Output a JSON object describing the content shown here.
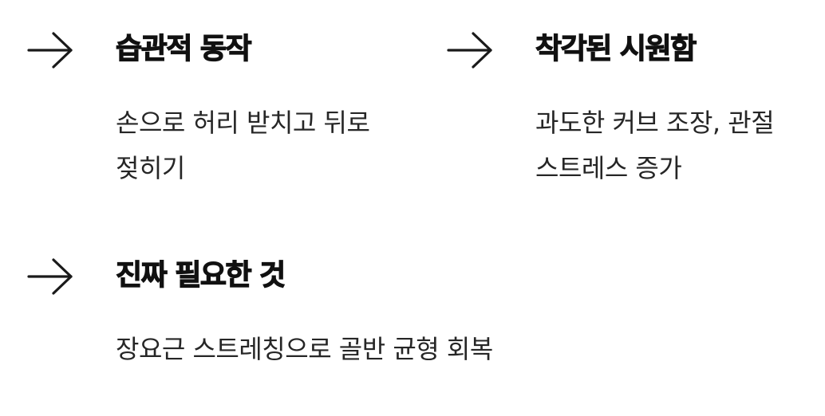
{
  "items": [
    {
      "icon": "arrow-right-icon",
      "title": "습관적 동작",
      "desc_line1": "손으로 허리 받치고 뒤로",
      "desc_line2": "젖히기"
    },
    {
      "icon": "arrow-right-icon",
      "title": "착각된 시원함",
      "desc_line1": "과도한 커브 조장, 관절",
      "desc_line2": "스트레스 증가"
    },
    {
      "icon": "arrow-right-icon",
      "title": "진짜 필요한 것",
      "desc_line1": "장요근 스트레칭으로 골반 균형 회복",
      "desc_line2": ""
    }
  ],
  "colors": {
    "text": "#111111",
    "body_text": "#262626",
    "background": "#ffffff"
  }
}
